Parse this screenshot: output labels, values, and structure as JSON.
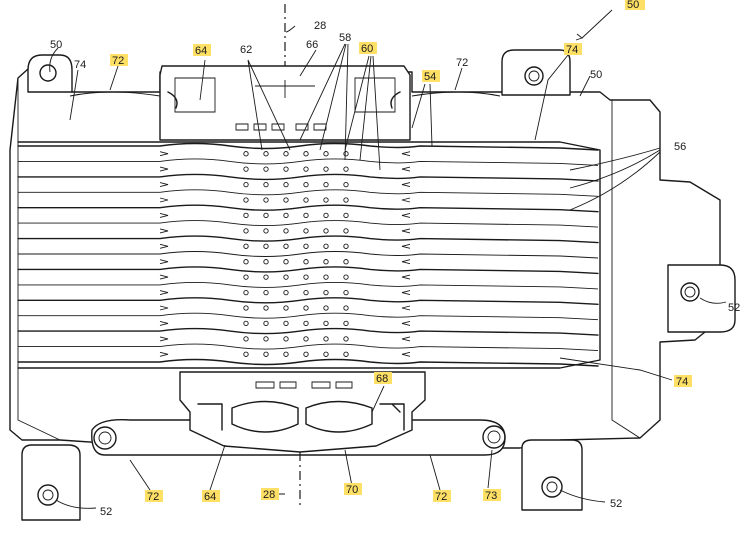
{
  "figure": {
    "ref_main": "50",
    "labels": {
      "l28_top": "28",
      "l28_bottom": "28",
      "l50_left": "50",
      "l50_right": "50",
      "l52_right": "52",
      "l52_bottom_left": "52",
      "l52_bottom_right": "52",
      "l54": "54",
      "l56": "56",
      "l58": "58",
      "l60": "60",
      "l62": "62",
      "l64_top": "64",
      "l64_bottom": "64",
      "l66": "66",
      "l68": "68",
      "l70": "70",
      "l72_top_left": "72",
      "l72_top_right": "72",
      "l72_bottom_left": "72",
      "l72_bottom_mid": "72",
      "l73": "73",
      "l74_left": "74",
      "l74_top_right": "74",
      "l74_right": "74"
    },
    "highlight_color": "#ffe066",
    "line_color": "#1a1a1a"
  }
}
